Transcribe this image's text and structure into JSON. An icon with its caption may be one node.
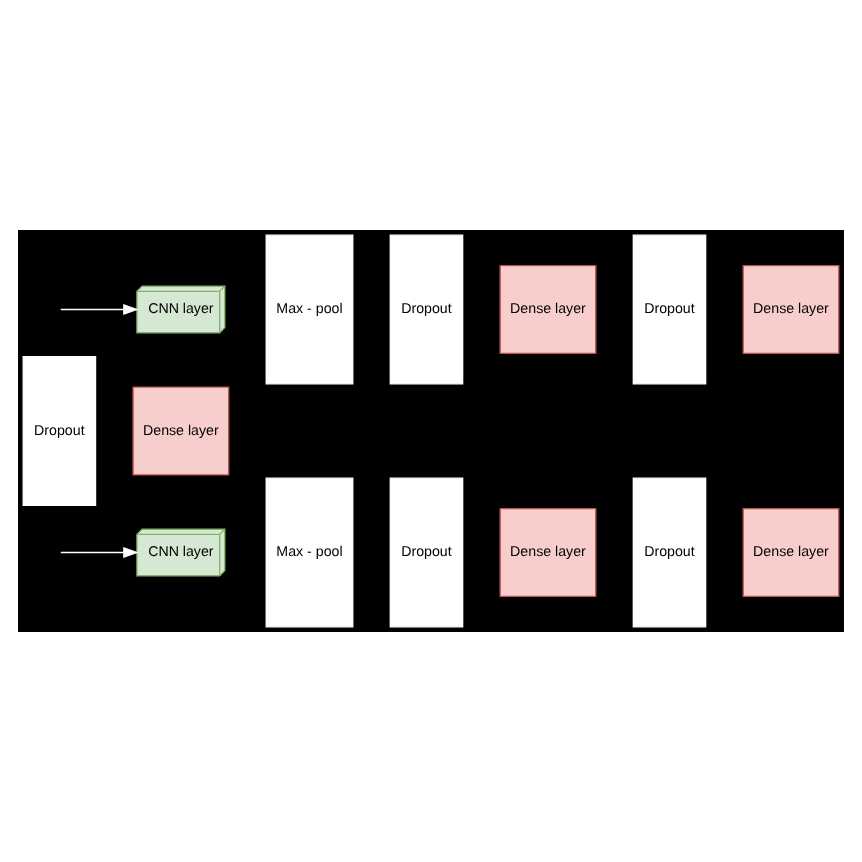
{
  "diagram": {
    "nodes": [
      {
        "text": [
          "Dropout"
        ]
      },
      {
        "text": [
          "Dense layer"
        ]
      },
      {
        "text": [
          "CNN layer"
        ]
      },
      {
        "text": [
          "Max - pool"
        ]
      },
      {
        "text": [
          "Dropout"
        ]
      },
      {
        "text": [
          "Dense layer"
        ]
      },
      {
        "text": [
          "Dropout"
        ]
      },
      {
        "text": [
          "Dense layer"
        ]
      },
      {
        "text": [
          "CNN layer"
        ]
      },
      {
        "text": [
          "Max - pool"
        ]
      },
      {
        "text": [
          "Dropout"
        ]
      },
      {
        "text": [
          "Dense layer"
        ]
      },
      {
        "text": [
          "Dropout"
        ]
      },
      {
        "text": [
          "Dense layer"
        ]
      }
    ],
    "edges": [
      {
        "from": null,
        "to": 2,
        "arrow": "to"
      },
      {
        "from": null,
        "to": 8,
        "arrow": "to"
      }
    ]
  }
}
